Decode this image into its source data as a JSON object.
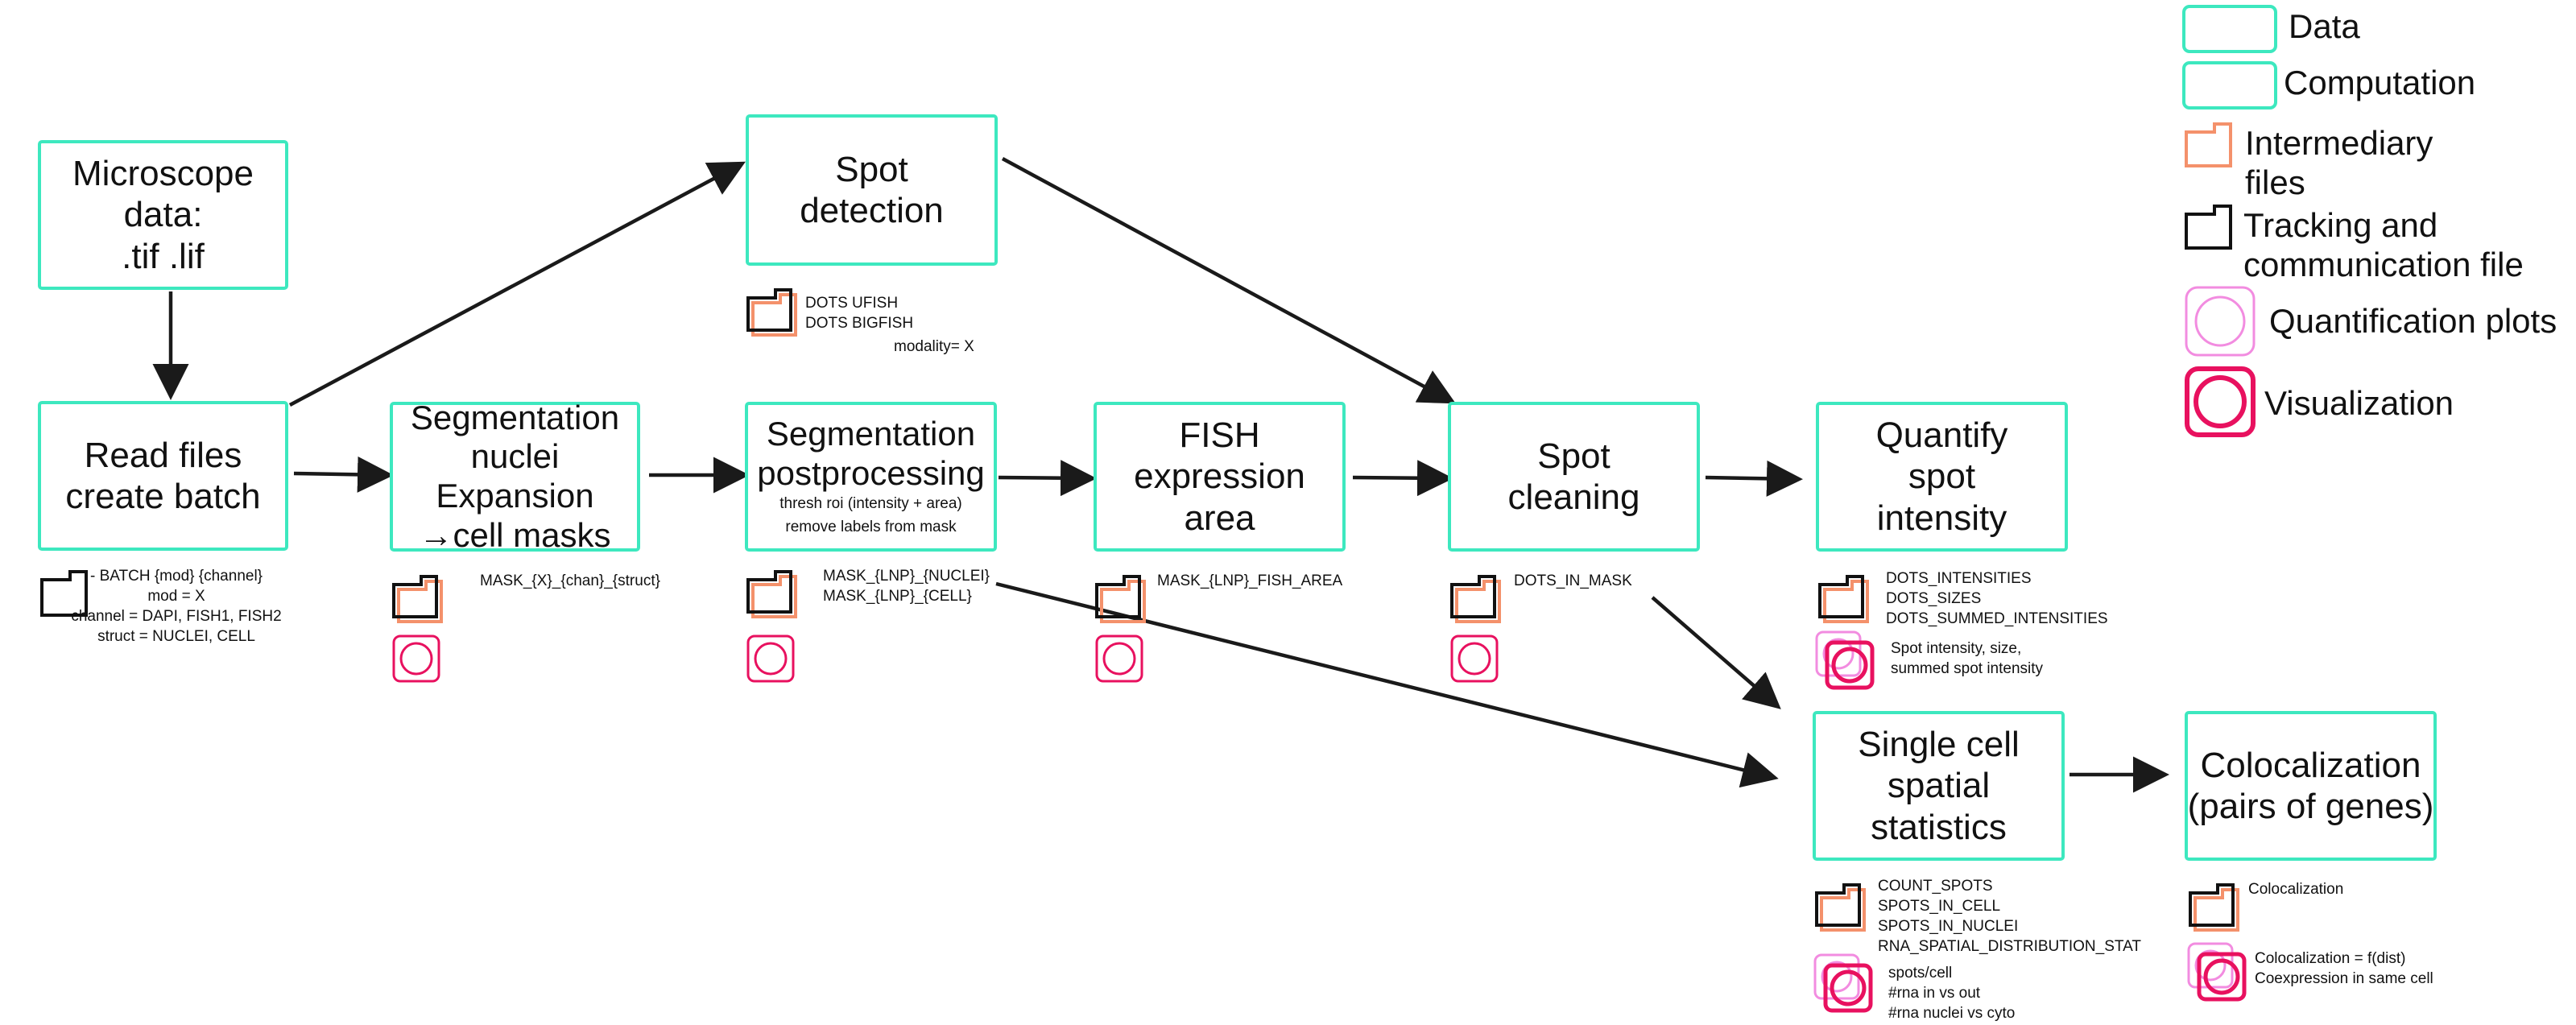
{
  "colors": {
    "data": "#3de8bf",
    "computation": "#3de8bf",
    "intermediary": "#f4916b",
    "tracking": "#111111",
    "quantification": "#f28ce0",
    "visualization": "#e8115f",
    "arrow": "#1a1a1a"
  },
  "legend": {
    "data": "Data",
    "computation": "Computation",
    "intermediary": [
      "Intermediary",
      "files"
    ],
    "tracking": [
      "Tracking and",
      "communication file"
    ],
    "quantification": "Quantification plots",
    "visualization": "Visualization"
  },
  "nodes": {
    "microscope": {
      "lines": [
        "Microscope",
        "data:",
        ".tif .lif"
      ]
    },
    "read_files": {
      "lines": [
        "Read files",
        "create batch"
      ]
    },
    "spot_detection": {
      "lines": [
        "Spot",
        "detection"
      ]
    },
    "seg_nuclei": {
      "lines": [
        "Segmentation",
        "nuclei",
        "Expansion",
        "→cell masks"
      ]
    },
    "seg_post": {
      "lines": [
        "Segmentation",
        "postprocessing"
      ],
      "sub": [
        "thresh roi (intensity + area)",
        "remove labels from mask"
      ]
    },
    "fish_area": {
      "lines": [
        "FISH",
        "expression",
        "area"
      ]
    },
    "spot_cleaning": {
      "lines": [
        "Spot",
        "cleaning"
      ]
    },
    "quantify": {
      "lines": [
        "Quantify",
        "spot",
        "intensity"
      ]
    },
    "single_cell": {
      "lines": [
        "Single cell",
        "spatial",
        "statistics"
      ]
    },
    "coloc": {
      "lines": [
        "Colocalization",
        "(pairs of genes)"
      ]
    }
  },
  "annotations": {
    "batch": [
      "- BATCH {mod} {channel}",
      "mod = X",
      "channel = DAPI, FISH1, FISH2",
      "struct = NUCLEI, CELL"
    ],
    "dots": [
      "DOTS UFISH",
      "DOTS BIGFISH"
    ],
    "dots_modality": "modality= X",
    "mask_x": "MASK_{X}_{chan}_{struct}",
    "mask_lnp": [
      "MASK_{LNP}_{NUCLEI}",
      "MASK_{LNP}_{CELL}"
    ],
    "mask_fish": "MASK_{LNP}_FISH_AREA",
    "dots_in_mask": "DOTS_IN_MASK",
    "intensities": [
      "DOTS_INTENSITIES",
      "DOTS_SIZES",
      "DOTS_SUMMED_INTENSITIES"
    ],
    "intensity_plot": [
      "Spot intensity, size,",
      "summed spot intensity"
    ],
    "spots": [
      "COUNT_SPOTS",
      "SPOTS_IN_CELL",
      "SPOTS_IN_NUCLEI",
      "RNA_SPATIAL_DISTRIBUTION_STAT"
    ],
    "spots_plot": [
      "spots/cell",
      "#rna in vs out",
      "#rna nuclei vs cyto"
    ],
    "coloc_file": "Colocalization",
    "coloc_plot": [
      "Colocalization = f(dist)",
      "Coexpression in same cell"
    ]
  }
}
